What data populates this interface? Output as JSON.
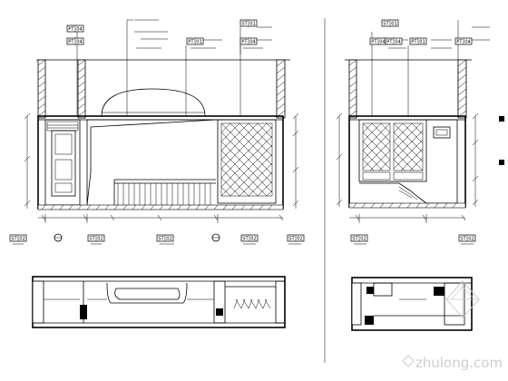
{
  "drawing": {
    "left_elevation": {
      "tags": [
        {
          "code": "PT",
          "num": "04"
        },
        {
          "code": "PT",
          "num": "04"
        },
        {
          "code": "PT",
          "num": "01"
        },
        {
          "code": "ST",
          "num": "01"
        },
        {
          "code": "PT",
          "num": "04"
        }
      ],
      "bottom_tags": [
        {
          "code": "ST",
          "num": "02"
        },
        {
          "code": "ST",
          "num": "02"
        },
        {
          "code": "ST",
          "num": "02"
        },
        {
          "code": "ST",
          "num": "02"
        },
        {
          "code": "ST",
          "num": "02"
        }
      ]
    },
    "right_elevation": {
      "tags": [
        {
          "code": "PT",
          "num": "04"
        },
        {
          "code": "ST",
          "num": "01"
        },
        {
          "code": "PT",
          "num": "04"
        },
        {
          "code": "PT",
          "num": "01"
        },
        {
          "code": "PT",
          "num": "04"
        }
      ],
      "bottom_tags": [
        {
          "code": "ST",
          "num": "02"
        },
        {
          "code": "ST",
          "num": "02"
        }
      ]
    }
  },
  "watermark": {
    "text": "zhulong.com",
    "icon": "zhulong-logo-icon",
    "color": "#c9c9c9"
  }
}
